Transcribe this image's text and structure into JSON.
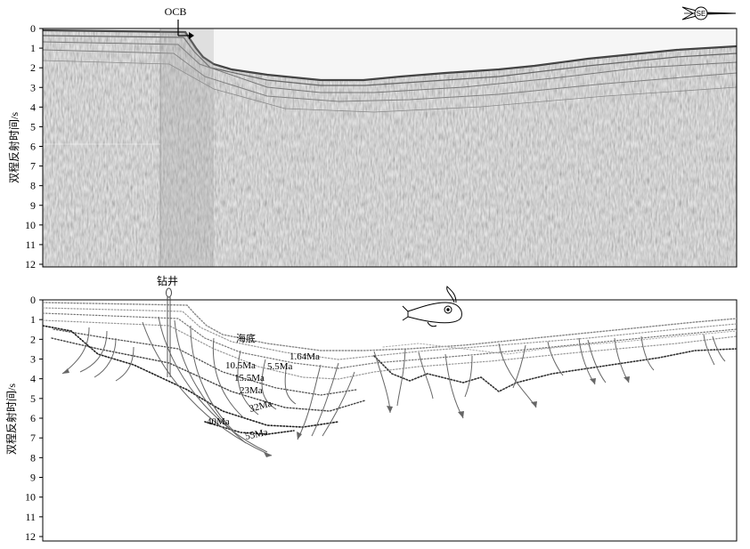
{
  "top_panel": {
    "ylabel": "双程反射时间/s",
    "ticks": [
      0,
      1,
      2,
      3,
      4,
      5,
      6,
      7,
      8,
      9,
      10,
      11,
      12
    ],
    "ocb_label": "OCB",
    "compass_label": "SE"
  },
  "bottom_panel": {
    "ylabel": "双程反射时间/s",
    "ticks": [
      0,
      1,
      2,
      3,
      4,
      5,
      6,
      7,
      8,
      9,
      10,
      11,
      12
    ],
    "well_label": "钻井",
    "seafloor_label": "海底",
    "horizon_labels": [
      "1.64Ma",
      "5.5Ma",
      "10.5Ma",
      "15.5Ma",
      "23Ma",
      "32Ma",
      "40Ma",
      "55Ma"
    ]
  }
}
